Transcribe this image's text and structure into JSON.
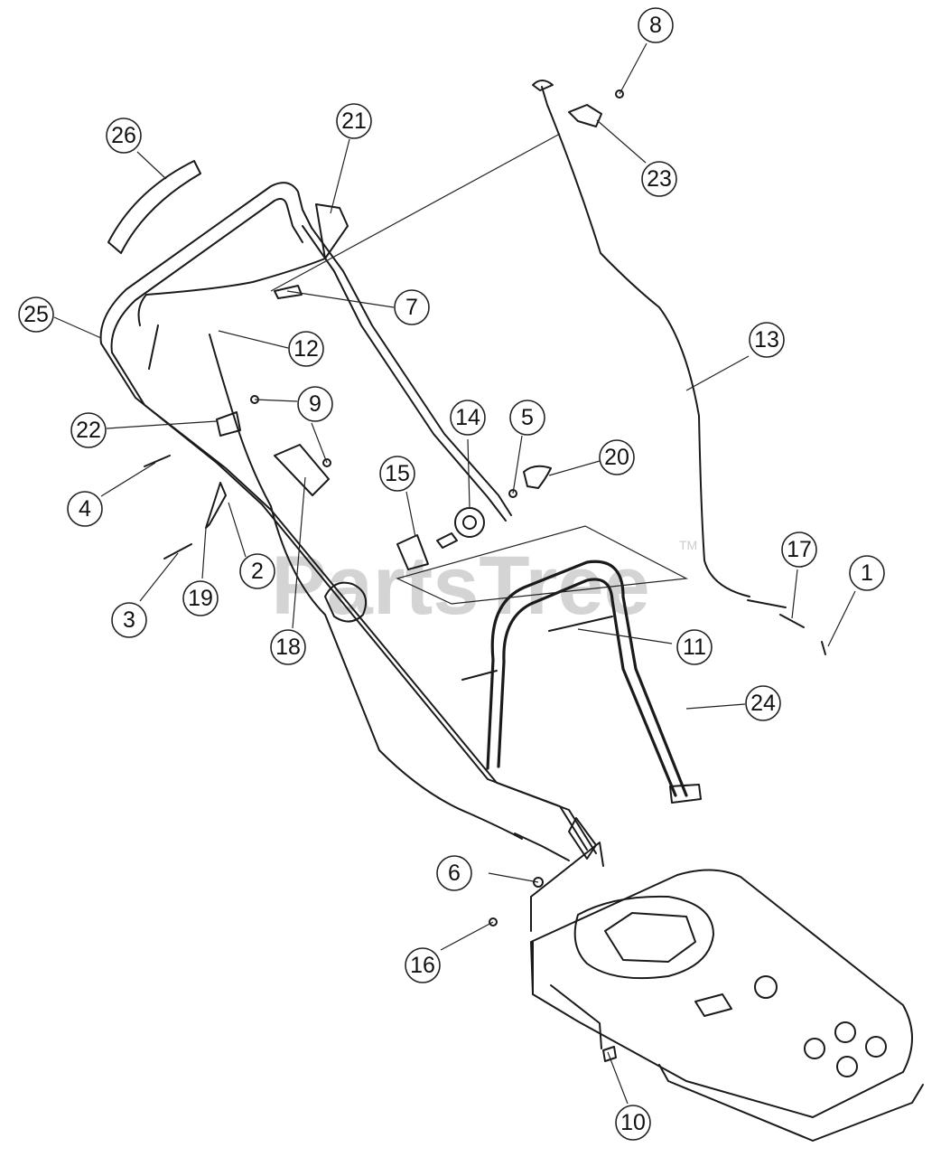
{
  "watermark": {
    "text": "PartsTree",
    "trademark": "TM"
  },
  "callouts": [
    "1",
    "2",
    "3",
    "4",
    "5",
    "6",
    "7",
    "8",
    "9",
    "10",
    "11",
    "12",
    "13",
    "14",
    "15",
    "16",
    "17",
    "18",
    "19",
    "20",
    "21",
    "22",
    "23",
    "24",
    "25",
    "26"
  ]
}
